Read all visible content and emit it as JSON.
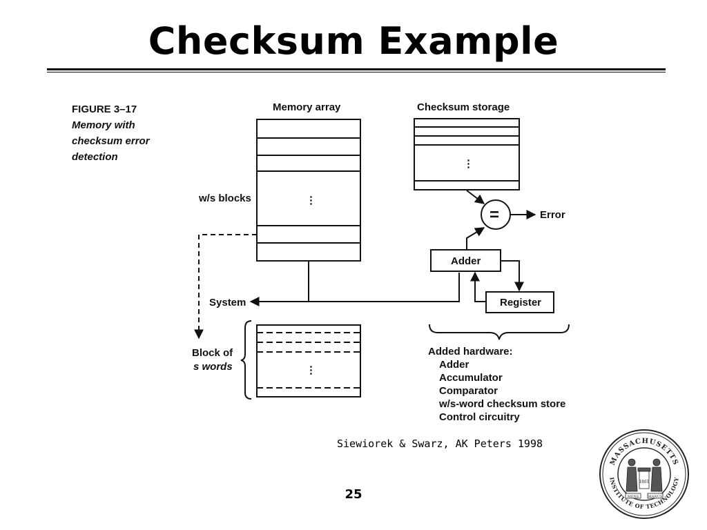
{
  "slide": {
    "title": "Checksum Example",
    "citation": "Siewiorek & Swarz, AK Peters 1998",
    "page_number": "25"
  },
  "figure": {
    "number": "FIGURE 3–17",
    "caption_lines": [
      "Memory with",
      "checksum error",
      "detection"
    ],
    "memory_array_label": "Memory array",
    "checksum_storage_label": "Checksum storage",
    "ws_blocks_label": "w/s blocks",
    "comparator_symbol": "=",
    "error_label": "Error",
    "adder_label": "Adder",
    "register_label": "Register",
    "system_label": "System",
    "block_label_lines": [
      "Block of",
      "s words"
    ],
    "ellipsis": "⋮",
    "added_hardware_title": "Added hardware:",
    "added_hardware_items": [
      "Adder",
      "Accumulator",
      "Comparator",
      "w/s-word checksum store",
      "Control circuitry"
    ]
  },
  "seal": {
    "text_top": "MASSACHUSETTS",
    "text_bottom": "INSTITUTE OF TECHNOLOGY",
    "year": "1861",
    "motto_left": "MENS",
    "motto_right": "MANUS"
  }
}
